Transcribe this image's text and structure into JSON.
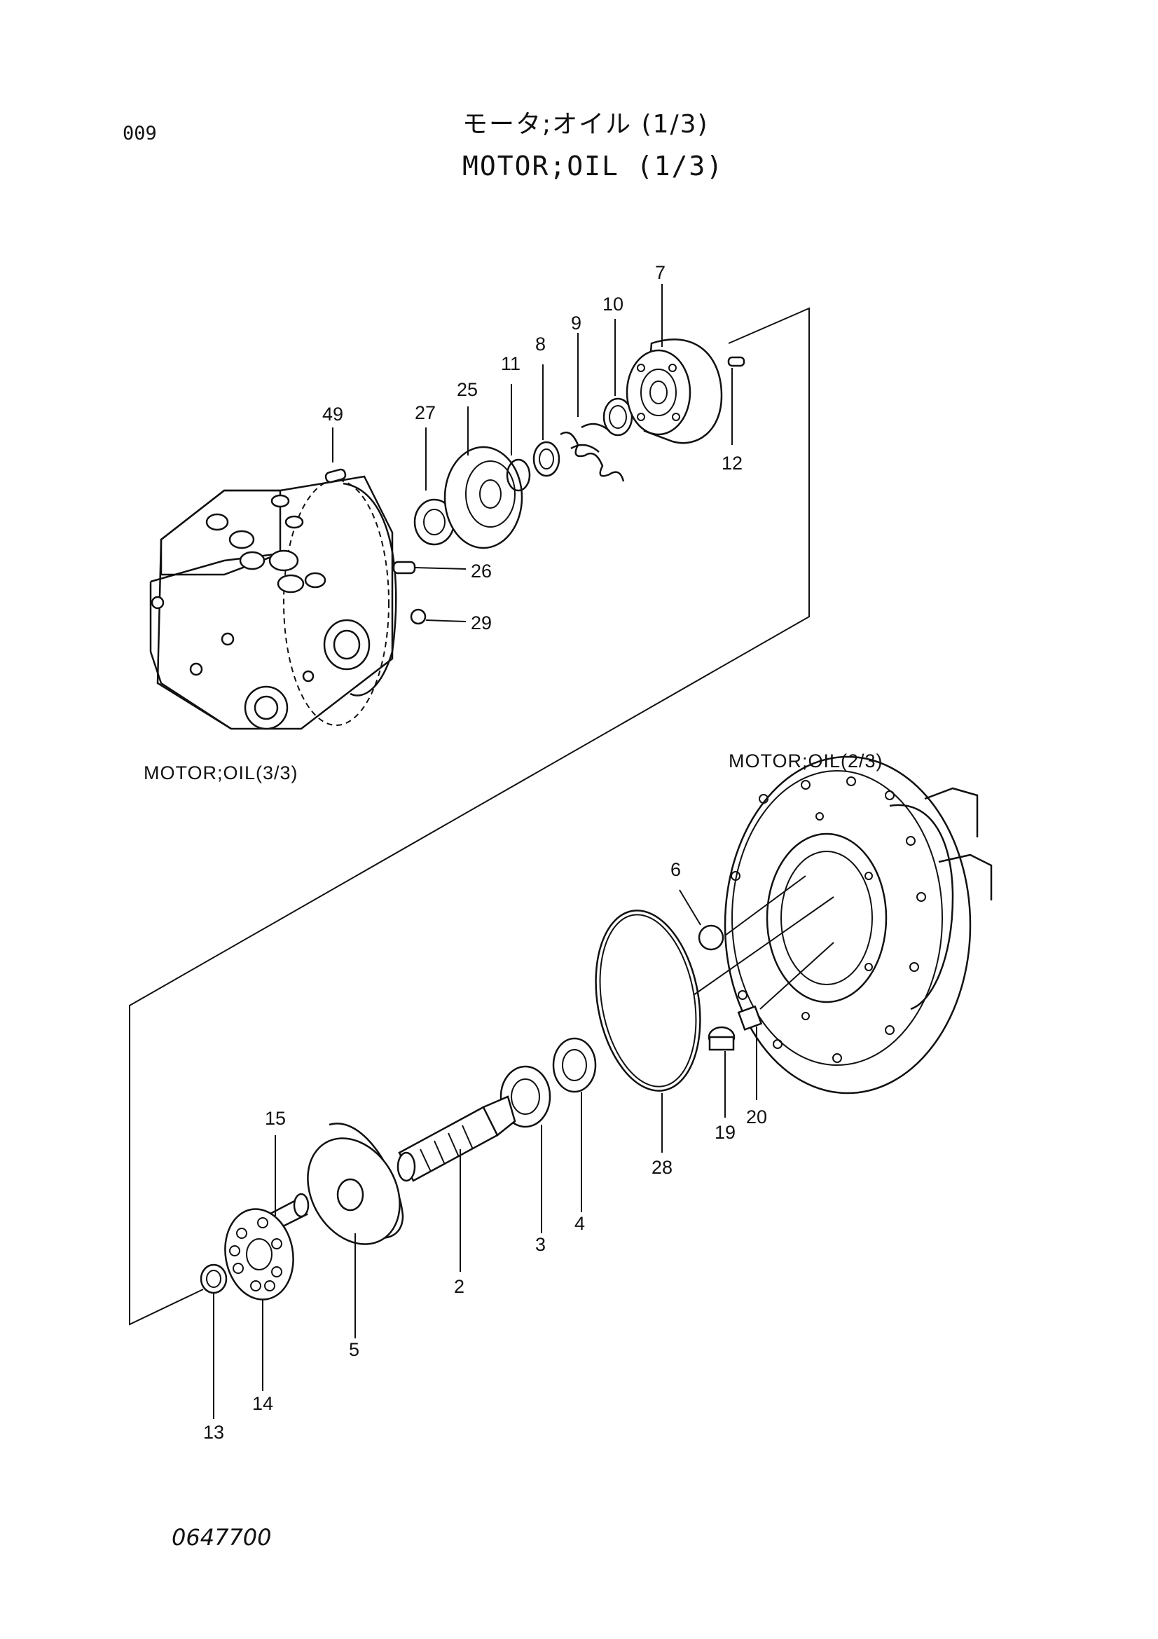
{
  "page_code": "009",
  "title_jp": "モータ;オイル (1/3)",
  "title_en": "MOTOR;OIL (1/3)",
  "doc_number": "0647700",
  "references": {
    "motor_3_3": "MOTOR;OIL(3/3)",
    "motor_2_3": "MOTOR;OIL(2/3)"
  },
  "callouts": [
    "49",
    "27",
    "25",
    "11",
    "8",
    "9",
    "10",
    "7",
    "12",
    "26",
    "29",
    "6",
    "15",
    "5",
    "2",
    "3",
    "4",
    "28",
    "19",
    "20",
    "13",
    "14"
  ]
}
